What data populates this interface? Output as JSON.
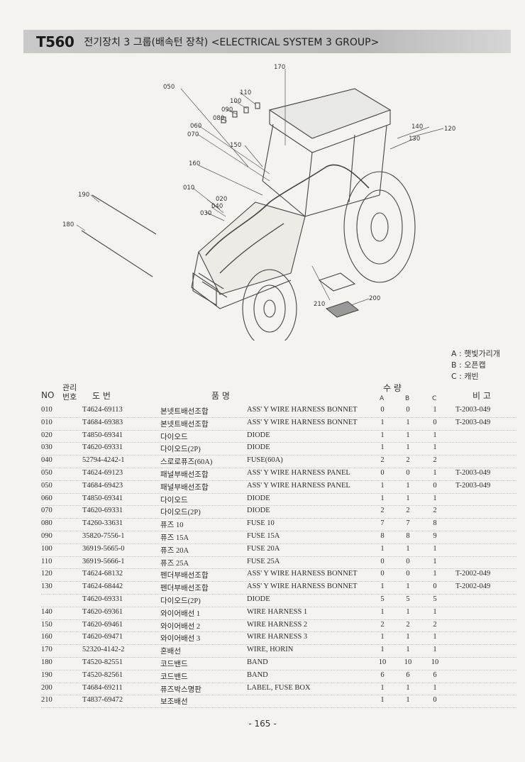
{
  "header": {
    "model": "T560",
    "title": "전기장치 3 그룹(배속턴 장착)  <ELECTRICAL SYSTEM 3  GROUP>"
  },
  "diagram": {
    "callouts": [
      "170",
      "050",
      "110",
      "100",
      "090",
      "080",
      "060",
      "070",
      "150",
      "140",
      "120",
      "130",
      "160",
      "010",
      "020",
      "040",
      "030",
      "190",
      "180",
      "210",
      "200"
    ]
  },
  "legend": {
    "a": "A : 햇빛가리개",
    "b": "B : 오픈캡",
    "c": "C : 캐빈"
  },
  "table": {
    "headers": {
      "no": "NO",
      "mgmt_top": "관리",
      "mgmt_bottom": "번호",
      "part_no": "도      번",
      "name": "품                    명",
      "qty": "수     량",
      "a": "A",
      "b": "B",
      "c": "C",
      "remark": "비  고"
    },
    "rows": [
      {
        "no": "010",
        "part": "T4624-69113",
        "kr": "본넷트배선조합",
        "en": "ASS' Y WIRE HARNESS BONNET",
        "a": "0",
        "b": "0",
        "c": "1",
        "rem": "T-2003-049"
      },
      {
        "no": "010",
        "part": "T4684-69383",
        "kr": "본넷트배선조합",
        "en": "ASS' Y WIRE HARNESS BONNET",
        "a": "1",
        "b": "1",
        "c": "0",
        "rem": "T-2003-049"
      },
      {
        "no": "020",
        "part": "T4850-69341",
        "kr": "다이오드",
        "en": "DIODE",
        "a": "1",
        "b": "1",
        "c": "1",
        "rem": ""
      },
      {
        "no": "030",
        "part": "T4620-69331",
        "kr": "다이오드(2P)",
        "en": "DIODE",
        "a": "1",
        "b": "1",
        "c": "1",
        "rem": ""
      },
      {
        "no": "040",
        "part": "52794-4242-1",
        "kr": "스로로퓨즈(60A)",
        "en": "FUSE(60A)",
        "a": "2",
        "b": "2",
        "c": "2",
        "rem": ""
      },
      {
        "no": "050",
        "part": "T4624-69123",
        "kr": "패널부배선조합",
        "en": "ASS' Y WIRE HARNESS PANEL",
        "a": "0",
        "b": "0",
        "c": "1",
        "rem": "T-2003-049"
      },
      {
        "no": "050",
        "part": "T4684-69423",
        "kr": "패널부배선조합",
        "en": "ASS' Y WIRE HARNESS PANEL",
        "a": "1",
        "b": "1",
        "c": "0",
        "rem": "T-2003-049"
      },
      {
        "no": "060",
        "part": "T4850-69341",
        "kr": "다이오드",
        "en": "DIODE",
        "a": "1",
        "b": "1",
        "c": "1",
        "rem": ""
      },
      {
        "no": "070",
        "part": "T4620-69331",
        "kr": "다이오드(2P)",
        "en": "DIODE",
        "a": "2",
        "b": "2",
        "c": "2",
        "rem": ""
      },
      {
        "no": "080",
        "part": "T4260-33631",
        "kr": "퓨즈 10",
        "en": "FUSE 10",
        "a": "7",
        "b": "7",
        "c": "8",
        "rem": ""
      },
      {
        "no": "090",
        "part": "35820-7556-1",
        "kr": "퓨즈 15A",
        "en": "FUSE 15A",
        "a": "8",
        "b": "8",
        "c": "9",
        "rem": ""
      },
      {
        "no": "100",
        "part": "36919-5665-0",
        "kr": "퓨즈 20A",
        "en": "FUSE 20A",
        "a": "1",
        "b": "1",
        "c": "1",
        "rem": ""
      },
      {
        "no": "110",
        "part": "36919-5666-1",
        "kr": "퓨즈 25A",
        "en": "FUSE 25A",
        "a": "0",
        "b": "0",
        "c": "1",
        "rem": ""
      },
      {
        "no": "120",
        "part": "T4624-68132",
        "kr": "펜더부배선조합",
        "en": "ASS' Y WIRE HARNESS BONNET",
        "a": "0",
        "b": "0",
        "c": "1",
        "rem": "T-2002-049"
      },
      {
        "no": "130",
        "part": "T4624-68442",
        "kr": "펜더부배선조합",
        "en": "ASS' Y WIRE HARNESS BONNET",
        "a": "1",
        "b": "1",
        "c": "0",
        "rem": "T-2002-049"
      },
      {
        "no": "",
        "part": "T4620-69331",
        "kr": "다이오드(2P)",
        "en": "DIODE",
        "a": "5",
        "b": "5",
        "c": "5",
        "rem": ""
      },
      {
        "no": "140",
        "part": "T4620-69361",
        "kr": "와이어배선 1",
        "en": "WIRE HARNESS 1",
        "a": "1",
        "b": "1",
        "c": "1",
        "rem": ""
      },
      {
        "no": "150",
        "part": "T4620-69461",
        "kr": "와이어배선 2",
        "en": "WIRE HARNESS 2",
        "a": "2",
        "b": "2",
        "c": "2",
        "rem": ""
      },
      {
        "no": "160",
        "part": "T4620-69471",
        "kr": "와이어배선 3",
        "en": "WIRE HARNESS 3",
        "a": "1",
        "b": "1",
        "c": "1",
        "rem": ""
      },
      {
        "no": "170",
        "part": "52320-4142-2",
        "kr": "혼배선",
        "en": "WIRE, HORIN",
        "a": "1",
        "b": "1",
        "c": "1",
        "rem": ""
      },
      {
        "no": "180",
        "part": "T4520-82551",
        "kr": "코드밴드",
        "en": "BAND",
        "a": "10",
        "b": "10",
        "c": "10",
        "rem": ""
      },
      {
        "no": "190",
        "part": "T4520-82561",
        "kr": "코드밴드",
        "en": "BAND",
        "a": "6",
        "b": "6",
        "c": "6",
        "rem": ""
      },
      {
        "no": "200",
        "part": "T4684-69211",
        "kr": "퓨즈박스명판",
        "en": "LABEL, FUSE BOX",
        "a": "1",
        "b": "1",
        "c": "1",
        "rem": ""
      },
      {
        "no": "210",
        "part": "T4837-69472",
        "kr": "보조배선",
        "en": "",
        "a": "1",
        "b": "1",
        "c": "0",
        "rem": ""
      }
    ]
  },
  "page_number": "- 165 -"
}
